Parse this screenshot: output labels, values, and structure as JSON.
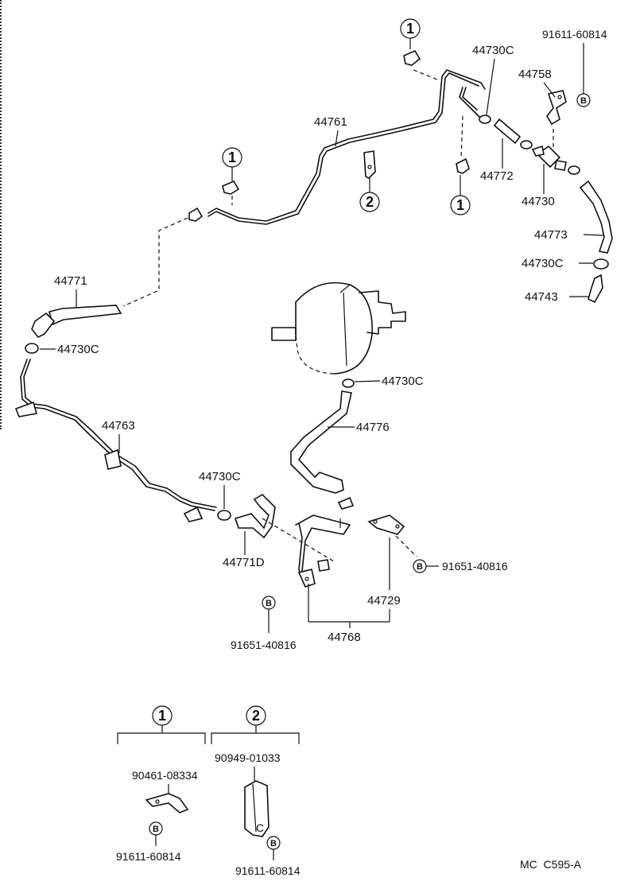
{
  "parts": {
    "p44761": "44761",
    "p44771": "44771",
    "p44730C_a": "44730C",
    "p44763": "44763",
    "p44730C_b": "44730C",
    "p44771D": "44771D",
    "p44730C_c": "44730C",
    "p44776": "44776",
    "p44730C_d": "44730C",
    "p44758": "44758",
    "p44772": "44772",
    "p44730": "44730",
    "p44773": "44773",
    "p44730C_e": "44730C",
    "p44743": "44743",
    "p44729": "44729",
    "p44768": "44768"
  },
  "bolts": {
    "top_right": "91611-60814",
    "right_mid": "91651-40816",
    "bottom_mid": "91651-40816",
    "kit1_bolt": "91611-60814",
    "kit2_bolt": "91611-60814"
  },
  "callouts": {
    "one": "1",
    "two": "2",
    "b": "B"
  },
  "kits": {
    "kit1_part": "90461-08334",
    "kit2_part": "90949-01033",
    "kit2_letter": "C"
  },
  "footer": {
    "ref_code": "MC  C595-A"
  }
}
